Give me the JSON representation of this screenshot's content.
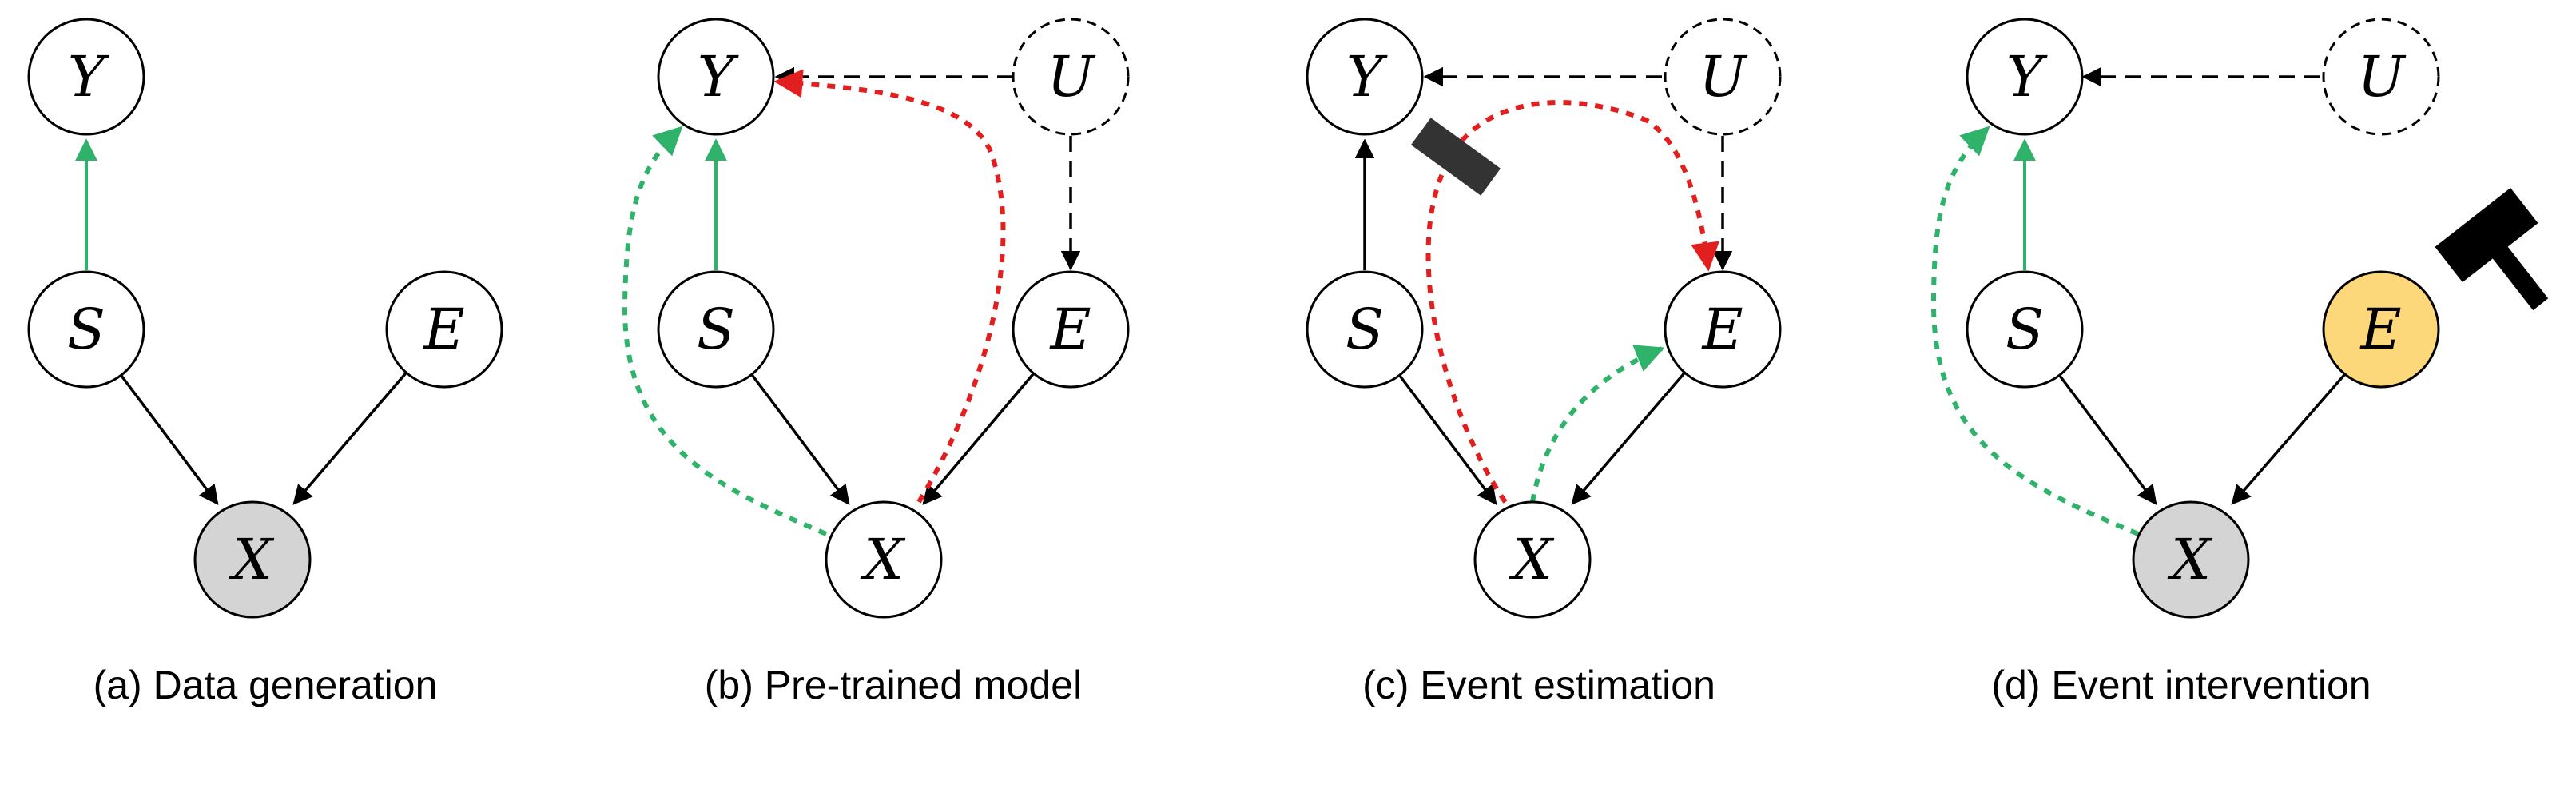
{
  "colors": {
    "node_stroke": "#000000",
    "node_fill_default": "#ffffff",
    "node_fill_observed": "#d4d4d4",
    "node_fill_intervened": "#fcd87a",
    "causal_green": "#2fb36b",
    "spurious_red": "#e31e1e",
    "hammer": "#000000",
    "blocker": "#333333"
  },
  "panels": [
    {
      "caption": "(a) Data generation",
      "nodes": [
        {
          "id": "Y",
          "label": "Y",
          "fill": "default",
          "dashed": false
        },
        {
          "id": "S",
          "label": "S",
          "fill": "default",
          "dashed": false
        },
        {
          "id": "E",
          "label": "E",
          "fill": "default",
          "dashed": false
        },
        {
          "id": "X",
          "label": "X",
          "fill": "observed",
          "dashed": false
        }
      ]
    },
    {
      "caption": "(b) Pre-trained model",
      "nodes": [
        {
          "id": "Y",
          "label": "Y",
          "fill": "default",
          "dashed": false
        },
        {
          "id": "U",
          "label": "U",
          "fill": "default",
          "dashed": true
        },
        {
          "id": "S",
          "label": "S",
          "fill": "default",
          "dashed": false
        },
        {
          "id": "E",
          "label": "E",
          "fill": "default",
          "dashed": false
        },
        {
          "id": "X",
          "label": "X",
          "fill": "default",
          "dashed": false
        }
      ]
    },
    {
      "caption": "(c) Event estimation",
      "nodes": [
        {
          "id": "Y",
          "label": "Y",
          "fill": "default",
          "dashed": false
        },
        {
          "id": "U",
          "label": "U",
          "fill": "default",
          "dashed": true
        },
        {
          "id": "S",
          "label": "S",
          "fill": "default",
          "dashed": false
        },
        {
          "id": "E",
          "label": "E",
          "fill": "default",
          "dashed": false
        },
        {
          "id": "X",
          "label": "X",
          "fill": "default",
          "dashed": false
        }
      ]
    },
    {
      "caption": "(d) Event intervention",
      "nodes": [
        {
          "id": "Y",
          "label": "Y",
          "fill": "default",
          "dashed": false
        },
        {
          "id": "U",
          "label": "U",
          "fill": "default",
          "dashed": true
        },
        {
          "id": "S",
          "label": "S",
          "fill": "default",
          "dashed": false
        },
        {
          "id": "E",
          "label": "E",
          "fill": "intervened",
          "dashed": false
        },
        {
          "id": "X",
          "label": "X",
          "fill": "observed",
          "dashed": false
        }
      ]
    }
  ],
  "icons": {
    "blocker": "blocker-bar-icon",
    "hammer": "hammer-icon"
  }
}
